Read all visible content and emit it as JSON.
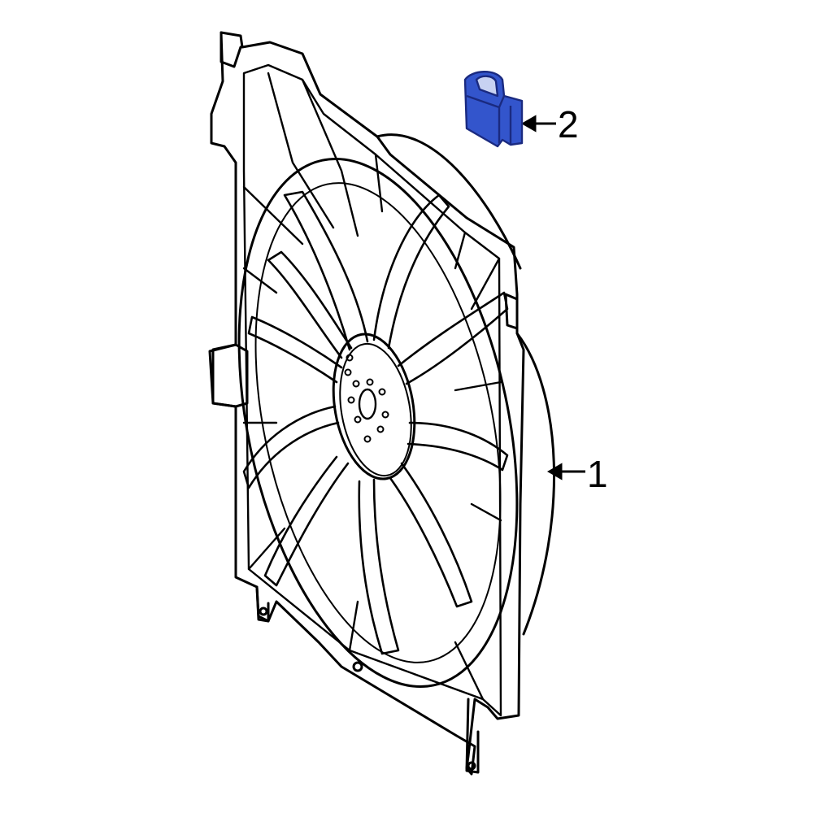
{
  "callouts": [
    {
      "number": "1",
      "part": "fan-assembly"
    },
    {
      "number": "2",
      "part": "clip"
    }
  ],
  "colors": {
    "line": "#000000",
    "background": "#ffffff",
    "highlight": "#3355cc",
    "highlight_edge": "#1a2a80"
  },
  "icons": [
    "arrow-left-icon"
  ]
}
